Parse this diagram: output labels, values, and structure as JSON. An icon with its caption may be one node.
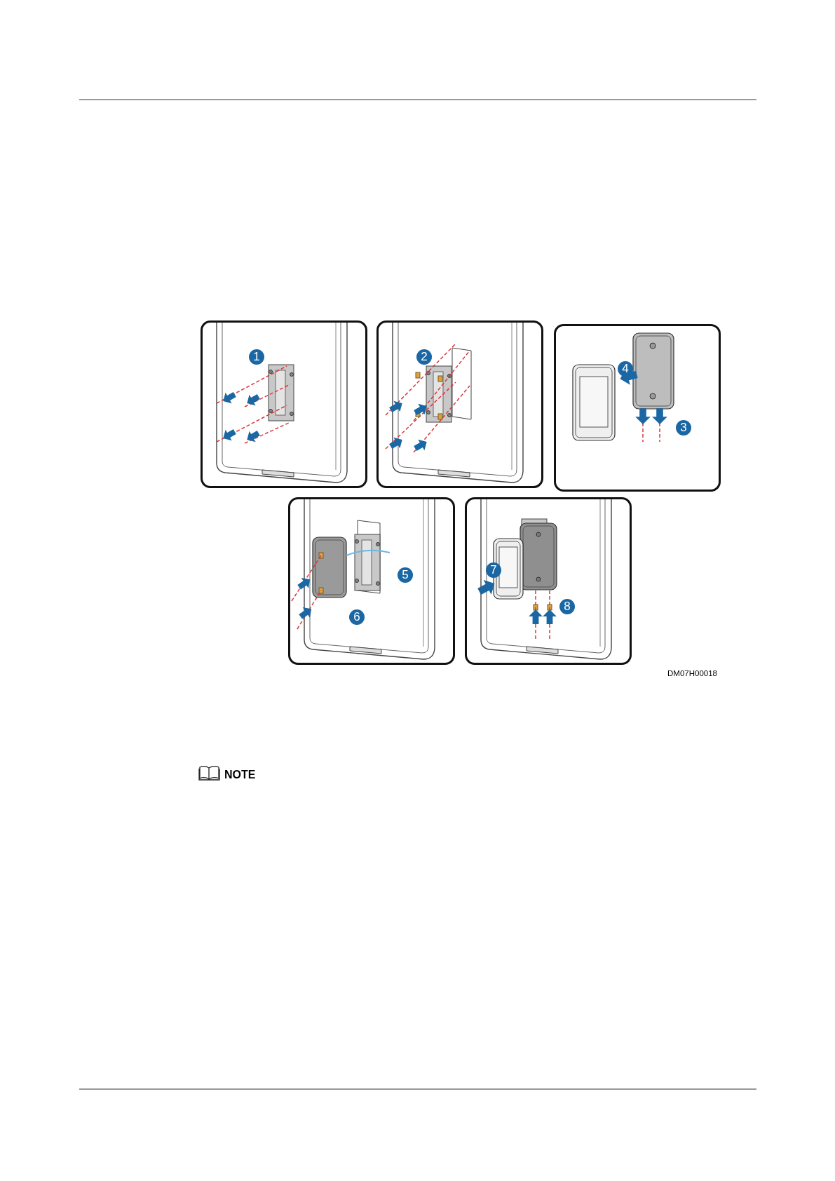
{
  "diagram": {
    "nodes": [
      {
        "text": [
          "1"
        ]
      },
      {
        "text": [
          "2"
        ]
      },
      {
        "text": [
          "4",
          "3"
        ]
      },
      {
        "text": [
          "5",
          "6"
        ]
      },
      {
        "text": [
          "7",
          "8"
        ]
      }
    ],
    "labels": [
      "DM07H00018",
      "NOTE"
    ]
  }
}
